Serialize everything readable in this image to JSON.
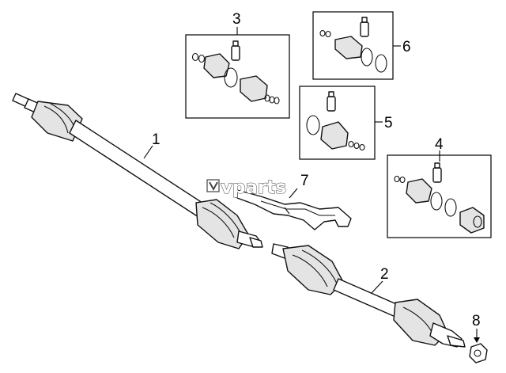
{
  "watermark": "vparts",
  "callouts": {
    "c1": "1",
    "c2": "2",
    "c3": "3",
    "c4": "4",
    "c5": "5",
    "c6": "6",
    "c7": "7",
    "c8": "8"
  }
}
